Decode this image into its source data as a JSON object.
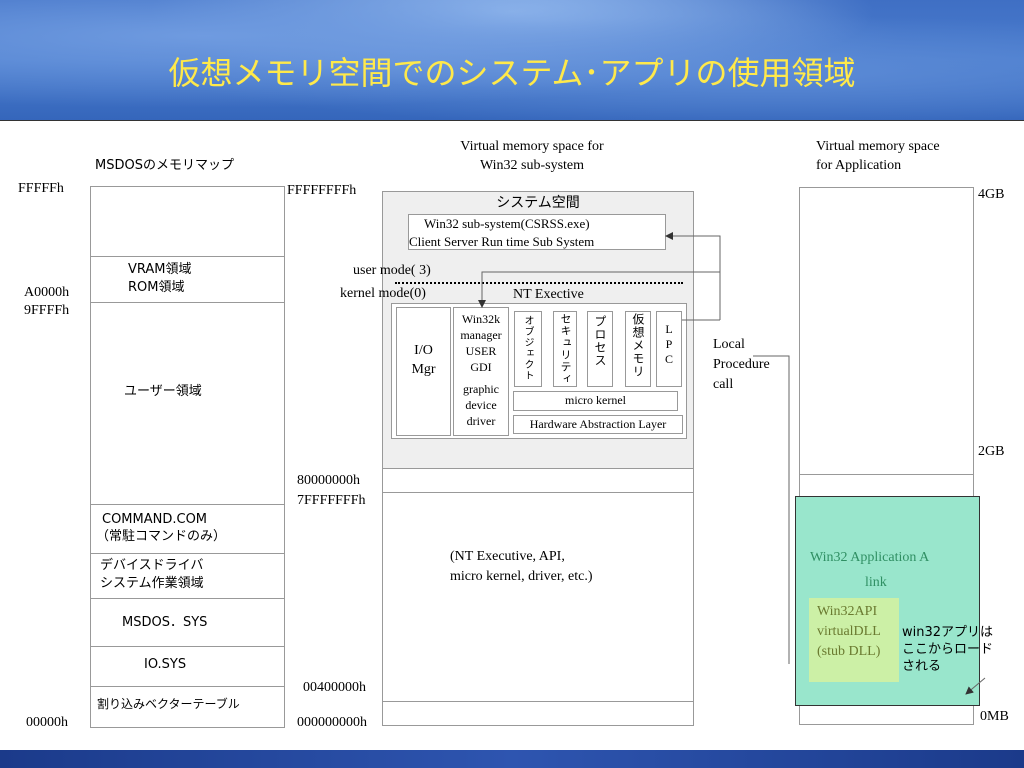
{
  "title": "仮想メモリ空間でのシステム･アプリの使用領域",
  "msdos": {
    "heading": "MSDOSのメモリマップ",
    "addr_top": "FFFFFh",
    "addr_a": "A0000h",
    "addr_9": "9FFFFh",
    "addr_bottom": "00000h",
    "vram": "VRAM領域",
    "rom": "ROM領域",
    "user": "ユーザー領域",
    "command1": "COMMAND.COM",
    "command2": "（常駐コマンドのみ）",
    "device1": "デバイスドライバ",
    "device2": "システム作業領域",
    "msdos_sys": "MSDOS．SYS",
    "io_sys": "IO.SYS",
    "vector": "割り込みベクターテーブル"
  },
  "win32": {
    "heading1": "Virtual memory space for",
    "heading2": "Win32 sub-system",
    "addr_top": "FFFFFFFFh",
    "addr_8": "80000000h",
    "addr_7": "7FFFFFFFh",
    "addr_4": "00400000h",
    "addr_0": "000000000h",
    "system_space": "システム空間",
    "csrss1": "Win32 sub-system(CSRSS.exe)",
    "csrss2": "Client Server  Run time Sub System",
    "user_mode": "user mode( 3)",
    "kernel_mode": "kernel mode(0)",
    "nt_exec": "NT Exective",
    "io_mgr1": "I/O",
    "io_mgr2": "Mgr",
    "win32k": [
      "Win32k",
      "manager",
      "USER",
      "GDI"
    ],
    "graphic": [
      "graphic",
      "device",
      "driver"
    ],
    "object": "オブジェクト",
    "security": "セキュリティ",
    "process": "プロセス",
    "vmem": "仮想メモリ",
    "lpc": "LPC",
    "micro_kernel": "micro kernel",
    "hal": "Hardware Abstraction Layer",
    "nt_note1": "(NT Executive, API,",
    "nt_note2": "micro kernel, driver, etc.)"
  },
  "lpc_label": [
    "Local",
    "Procedure",
    "call"
  ],
  "app": {
    "heading1": "Virtual memory space",
    "heading2": "for Application",
    "gb4": "4GB",
    "gb2": "2GB",
    "mb0": "0MB",
    "app_name": "Win32 Application A",
    "link": "link",
    "dll": [
      "Win32API",
      "virtualDLL",
      "(stub DLL)"
    ],
    "note": [
      "win32アプリは",
      "ここからロード",
      "される"
    ]
  },
  "colors": {
    "title": "#ffe94a",
    "header_bg": "#4a7ccd",
    "system_space_bg": "#efefef",
    "app_box": "#99e6cc",
    "dll_box": "#ccf0a6",
    "app_text": "#2f8f63",
    "dll_text": "#6a7a30"
  }
}
